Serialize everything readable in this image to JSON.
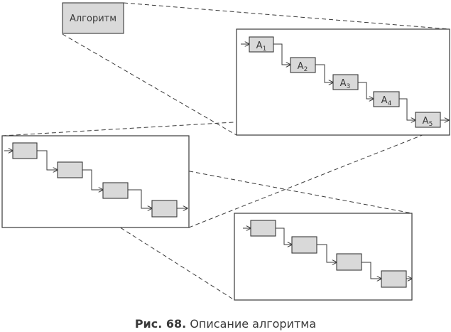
{
  "main_block": {
    "label": "Алгоритм"
  },
  "steps": [
    {
      "letter": "A",
      "index": "1"
    },
    {
      "letter": "A",
      "index": "2"
    },
    {
      "letter": "A",
      "index": "3"
    },
    {
      "letter": "A",
      "index": "4"
    },
    {
      "letter": "A",
      "index": "5"
    }
  ],
  "caption": {
    "number": "Рис. 68.",
    "text": " Описание алгоритма"
  },
  "colors": {
    "box_fill": "#d9d9d9",
    "stroke": "#3a3a3a"
  }
}
